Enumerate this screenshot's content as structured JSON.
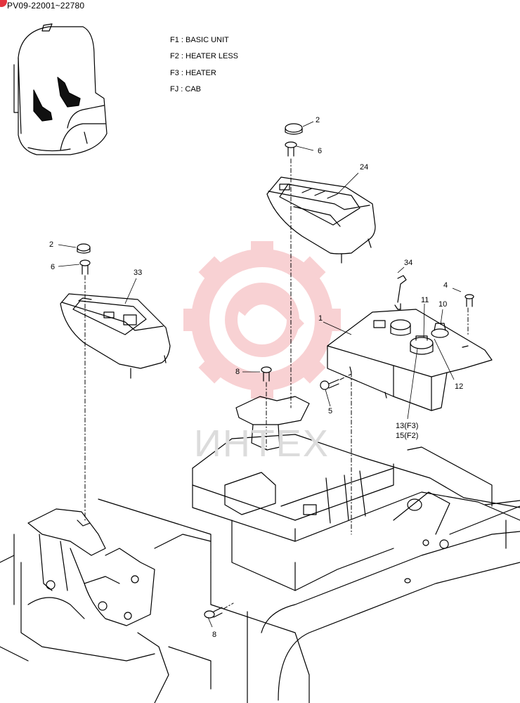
{
  "header": {
    "serial_range": "PV09-22001~22780"
  },
  "legend": [
    {
      "code": "F1",
      "desc": "BASIC UNIT"
    },
    {
      "code": "F2",
      "desc": "HEATER LESS"
    },
    {
      "code": "F3",
      "desc": "HEATER"
    },
    {
      "code": "FJ",
      "desc": "CAB"
    }
  ],
  "watermark": {
    "text": "ИНТЕХ",
    "color": "#f7c6c9"
  },
  "callouts": {
    "c2_top": "2",
    "c6_top": "6",
    "c24": "24",
    "c2_left": "2",
    "c6_left": "6",
    "c33": "33",
    "c34": "34",
    "c4": "4",
    "c1": "1",
    "c11": "11",
    "c10": "10",
    "c12": "12",
    "c8_mid": "8",
    "c5": "5",
    "c13": "13(F3)",
    "c15": "15(F2)",
    "c8_bottom": "8"
  }
}
